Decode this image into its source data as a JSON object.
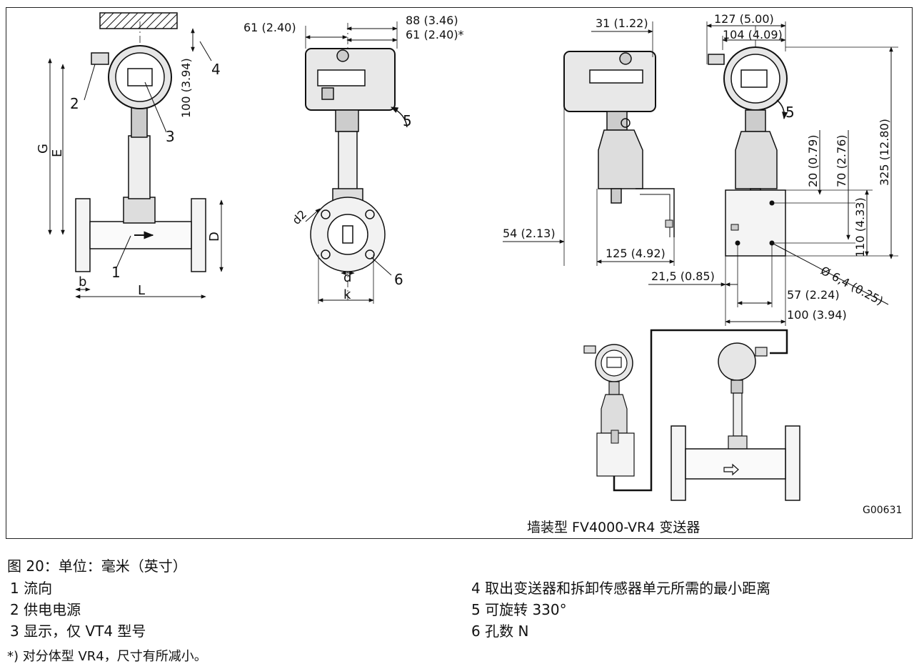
{
  "figure": {
    "id_code": "G00631",
    "subcaption": "墙装型 FV4000-VR4 变送器",
    "dimensions": {
      "d_61_240": "61 (2.40)",
      "d_88_346": "88 (3.46)",
      "d_61_240s": "61 (2.40)*",
      "d_31_122": "31 (1.22)",
      "d_127_500": "127 (5.00)",
      "d_104_409": "104 (4.09)",
      "d_100_394v": "100 (3.94)",
      "d_20_079": "20 (0.79)",
      "d_70_276": "70 (2.76)",
      "d_325_1280": "325 (12.80)",
      "d_110_433": "110 (4.33)",
      "d_54_213": "54 (2.13)",
      "d_125_492": "125 (4.92)",
      "d_215_085": "21,5 (0.85)",
      "d_64_025": "Ø 6,4 (0.25)",
      "d_57_224": "57 (2.24)",
      "d_100_394h": "100 (3.94)"
    },
    "letters": {
      "G": "G",
      "E": "E",
      "D": "D",
      "b": "b",
      "L": "L",
      "d2": "d2",
      "d": "d",
      "k": "k"
    },
    "callouts": [
      "1",
      "2",
      "3",
      "4",
      "5",
      "5",
      "6"
    ]
  },
  "caption": "图 20：单位：毫米（英寸）",
  "legend_left": [
    "1 流向",
    "2 供电电源",
    "3 显示，仅 VT4 型号"
  ],
  "legend_right": [
    "4 取出变送器和拆卸传感器单元所需的最小距离",
    "5 可旋转 330°",
    "6 孔数 N"
  ],
  "footnote": "*) 对分体型 VR4，尺寸有所减小。"
}
